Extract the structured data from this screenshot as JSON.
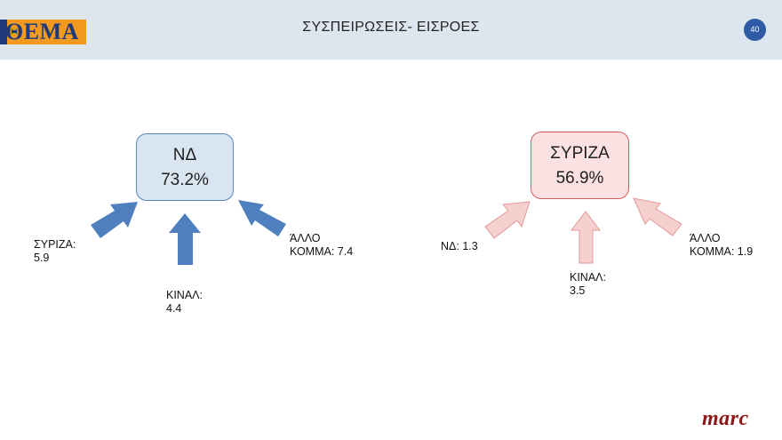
{
  "header": {
    "logo_text": "ΘΕΜΑ",
    "title": "ΣΥΣΠΕΙΡΩΣΕΙΣ- ΕΙΣΡΟΕΣ",
    "page_number": "40"
  },
  "left_panel": {
    "party": "ΝΔ",
    "percentage": "73.2%",
    "inflows": [
      {
        "line1": "ΣΥΡΙΖΑ:",
        "line2": "5.9"
      },
      {
        "line1": "ΚΙΝΑΛ:",
        "line2": "4.4"
      },
      {
        "line1": "ΆΛΛΟ",
        "line2": "ΚΟΜΜΑ: 7.4"
      }
    ]
  },
  "right_panel": {
    "party": "ΣΥΡΙΖΑ",
    "percentage": "56.9%",
    "inflows": [
      {
        "line1": "ΝΔ: 1.3",
        "line2": ""
      },
      {
        "line1": "ΚΙΝΑΛ:",
        "line2": "3.5"
      },
      {
        "line1": "ΆΛΛΟ",
        "line2": "ΚΟΜΜΑ: 1.9"
      }
    ]
  },
  "footer": {
    "brand": "marc"
  },
  "colors": {
    "header_bg": "#dde5ef",
    "nd_arrow": "#4f7fbf",
    "syriza_arrow": "#f6cfcf",
    "syriza_arrow_stroke": "#e59a9a",
    "page_badge": "#2f5aa6",
    "brand": "#8b1a1a"
  }
}
